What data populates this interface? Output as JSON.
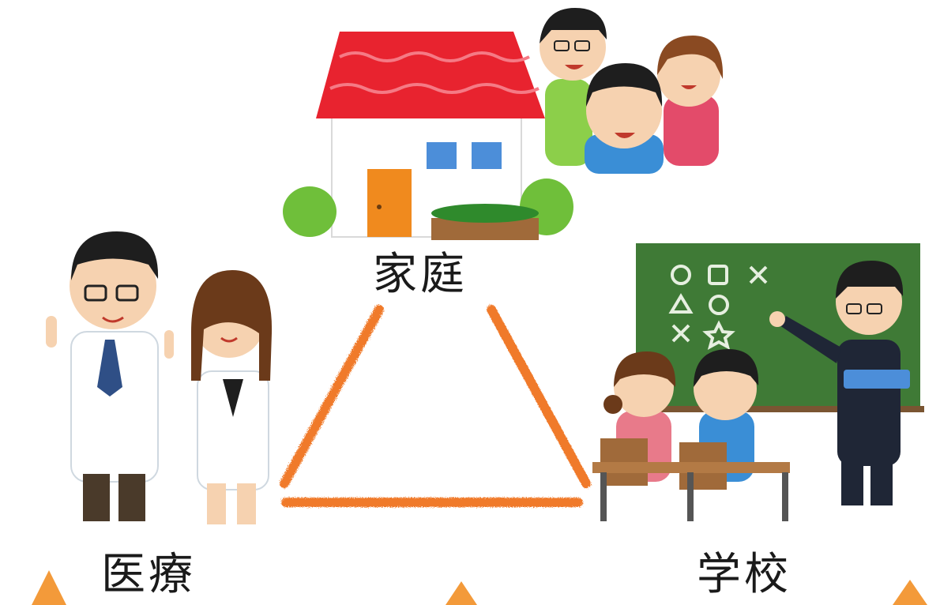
{
  "labels": {
    "home": "家庭",
    "medical": "医療",
    "school": "学校"
  },
  "colors": {
    "triangle": "#f07a2a",
    "roof": "#e8232f",
    "chalkboard": "#3f7a36",
    "accent_cone": "#f39a3a"
  },
  "icons": [
    "house-icon",
    "family-icon",
    "doctors-icon",
    "classroom-icon",
    "triangle-shape"
  ]
}
